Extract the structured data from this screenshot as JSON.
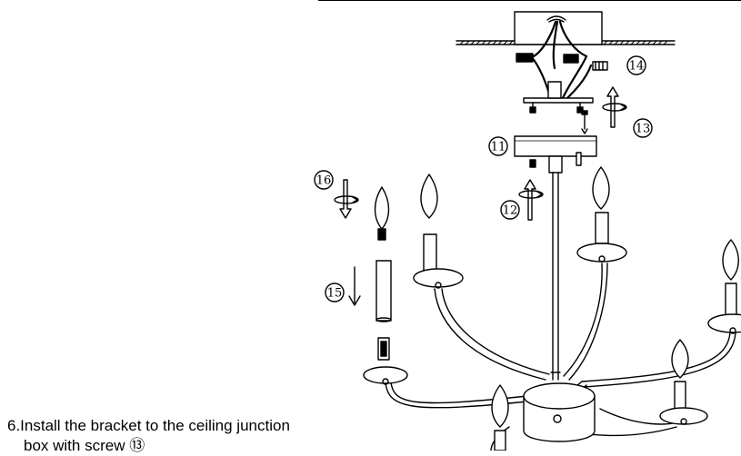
{
  "labels": {
    "c11": "11",
    "c12": "12",
    "c13": "13",
    "c14": "14",
    "c15": "15",
    "c16": "16"
  },
  "instruction": {
    "line1": "6.Install the bracket  to the ceiling junction",
    "line2": "box  with screw ⑬"
  }
}
